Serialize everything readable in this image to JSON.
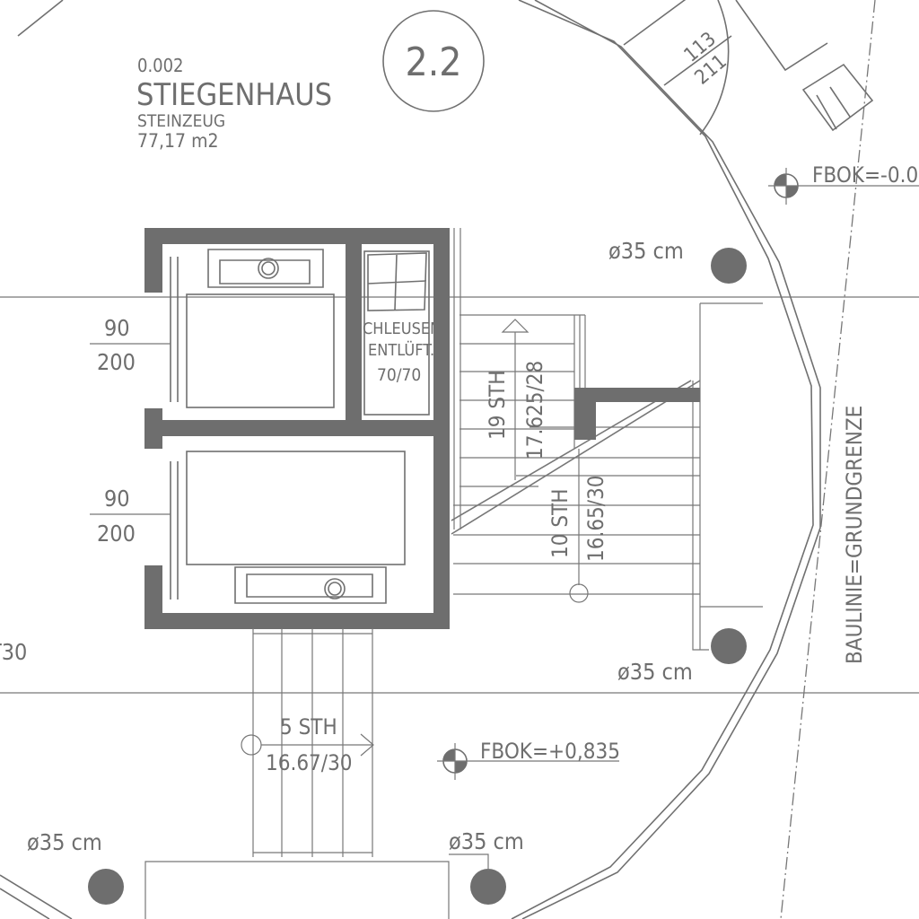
{
  "room": {
    "number": "0.002",
    "name": "STIEGENHAUS",
    "floor": "STEINZEUG",
    "area": "77,17 m2",
    "axis_label": "2.2"
  },
  "door_tag": {
    "top": "113",
    "bottom": "211"
  },
  "levels": {
    "top_right": "FBOK=-0.0",
    "bottom": "FBOK=+0,835"
  },
  "columns": [
    "ø35 cm",
    "ø35 cm",
    "ø35 cm",
    "ø35 cm"
  ],
  "lift_doors": [
    {
      "width": "90",
      "height": "200"
    },
    {
      "width": "90",
      "height": "200"
    }
  ],
  "shaft": {
    "line1": "CHLEUSEN",
    "line2": "ENTLÜFT.",
    "size": "70/70"
  },
  "stairs": [
    {
      "count": "19 STH",
      "ratio": "17.625/28"
    },
    {
      "count": "10 STH",
      "ratio": "16.65/30"
    },
    {
      "count": "5 STH",
      "ratio": "16.67/30"
    }
  ],
  "boundary_label": "BAULINIE=GRUNDGRENZE",
  "left_fragment": "T30",
  "colors": {
    "line": "#707070",
    "fill": "#6e6e6e",
    "background": "#ffffff"
  }
}
